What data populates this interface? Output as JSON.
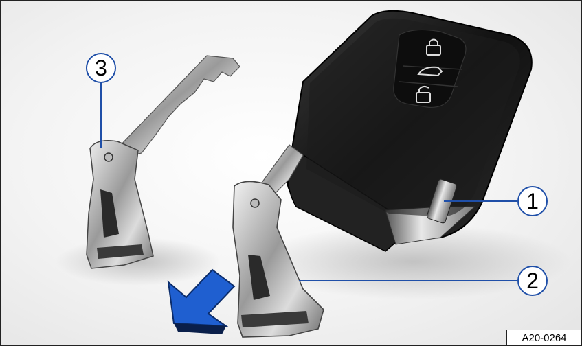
{
  "figure": {
    "reference_code": "A20-0264",
    "callouts": [
      {
        "label": "1"
      },
      {
        "label": "2"
      },
      {
        "label": "3"
      }
    ],
    "colors": {
      "callout_line": "#1f4fa8",
      "arrow_blue": "#1f5fd0",
      "fob_body": "#1a1a1a"
    },
    "icons": [
      "lock-icon",
      "trunk-icon",
      "unlock-icon",
      "direction-arrow-icon"
    ]
  }
}
